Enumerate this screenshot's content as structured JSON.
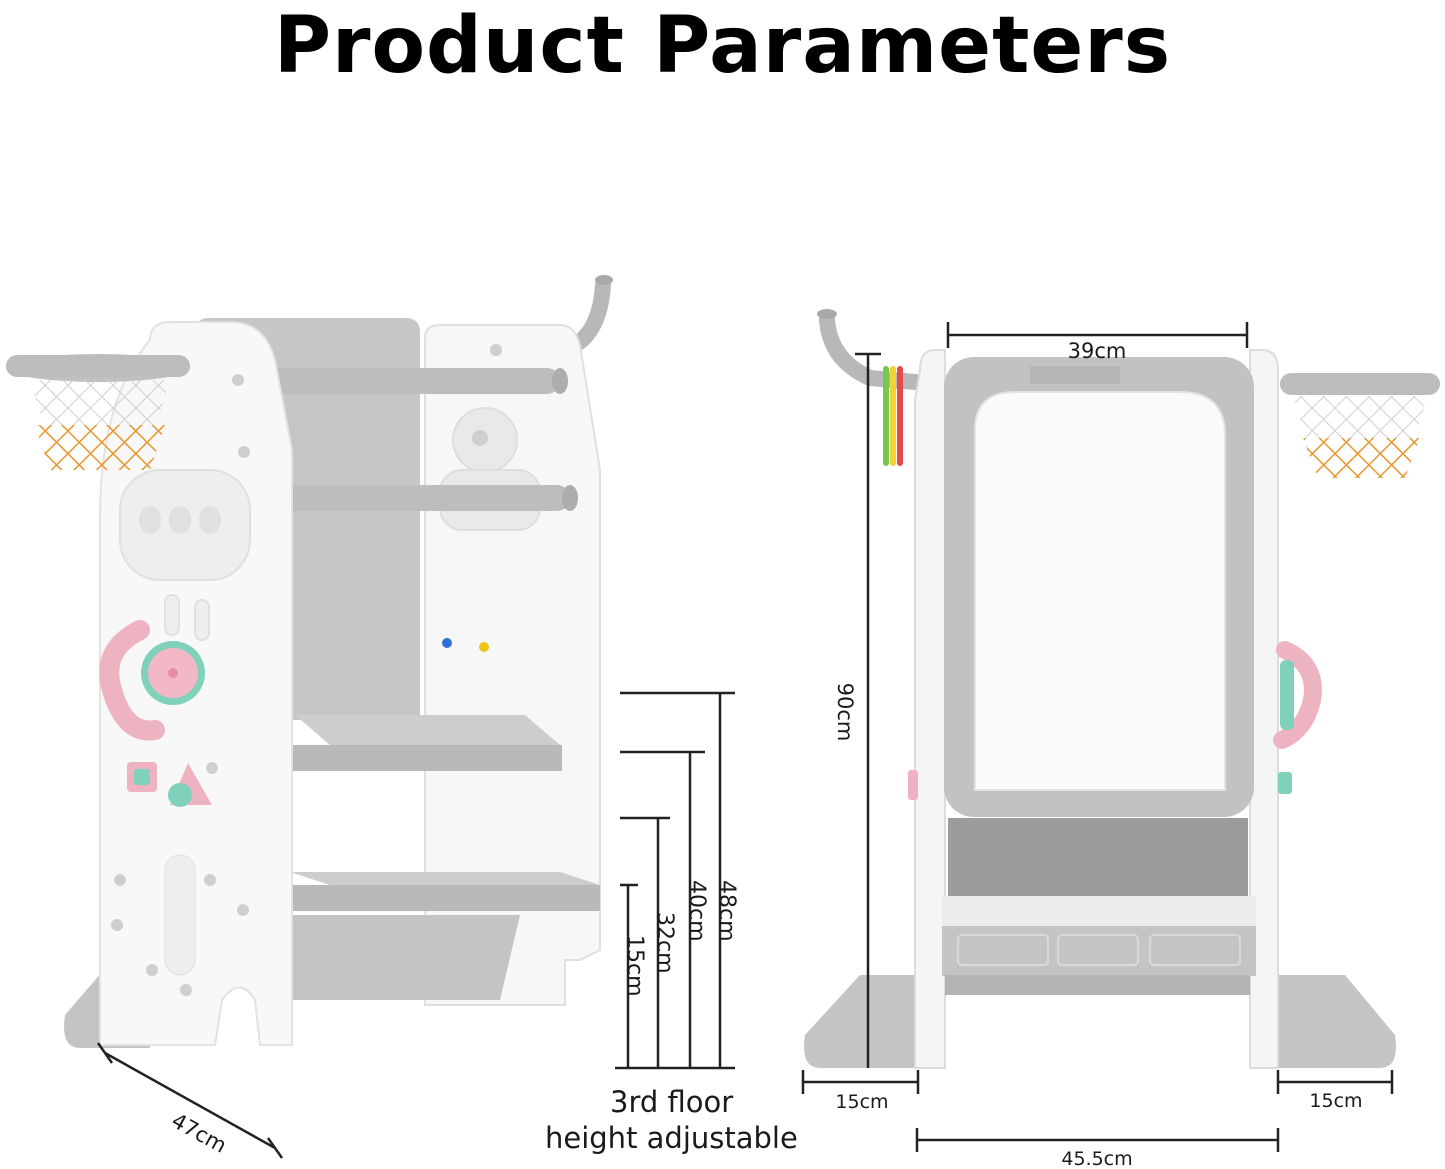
{
  "title": "Product Parameters",
  "dimensions": {
    "front_width": "39cm",
    "height_total": "90cm",
    "foot_left": "15cm",
    "foot_right": "15cm",
    "base_width": "45.5cm",
    "side_depth": "47cm",
    "step_heights": [
      "48cm",
      "40cm",
      "32cm",
      "15cm"
    ]
  },
  "note": {
    "line1": "3rd floor",
    "line2": "height adjustable"
  },
  "colors": {
    "frame_white": "#f4f4f4",
    "panel_gray": "#bfbfbf",
    "dark_gray": "#9a9a9a",
    "net_orange": "#e8962e",
    "accent_pink": "#eeb3c0",
    "accent_mint": "#7fd1bb",
    "ring_red": "#e54b4b",
    "ring_yellow": "#f0d23c",
    "ring_green": "#74c94a"
  }
}
